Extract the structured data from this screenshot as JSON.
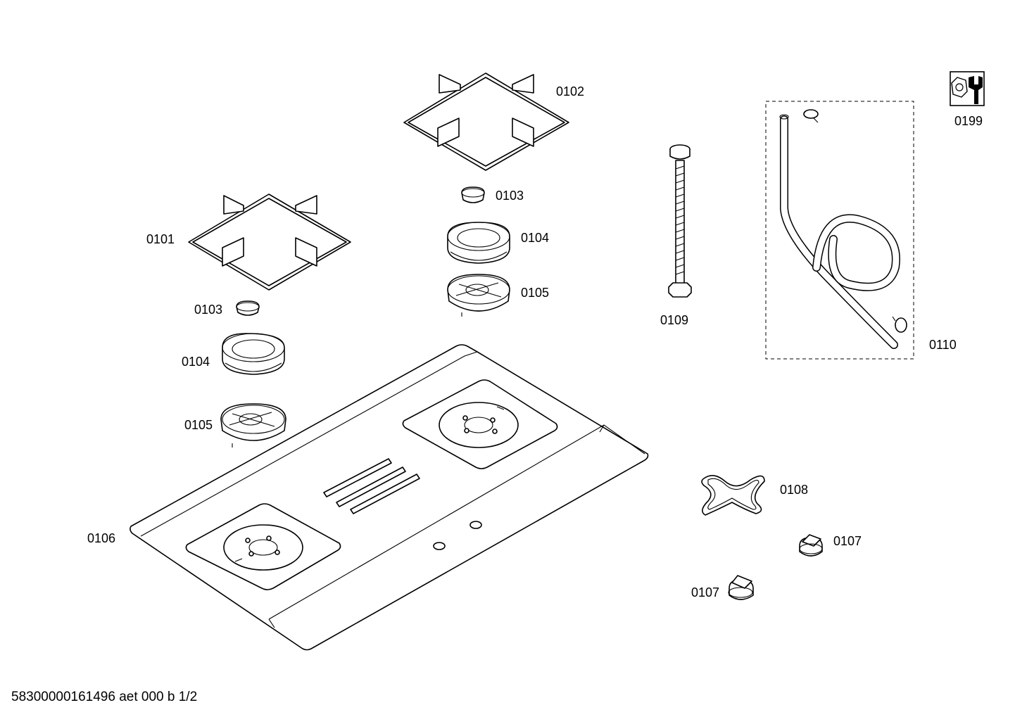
{
  "diagram": {
    "part_labels": {
      "p0101": "0101",
      "p0102": "0102",
      "p0103_left": "0103",
      "p0103_right": "0103",
      "p0104_left": "0104",
      "p0104_right": "0104",
      "p0105_left": "0105",
      "p0105_right": "0105",
      "p0106": "0106",
      "p0107_upper": "0107",
      "p0107_lower": "0107",
      "p0108": "0108",
      "p0109": "0109",
      "p0110": "0110",
      "p0199": "0199"
    },
    "footer": "58300000161496 aet 000 b 1/2"
  }
}
